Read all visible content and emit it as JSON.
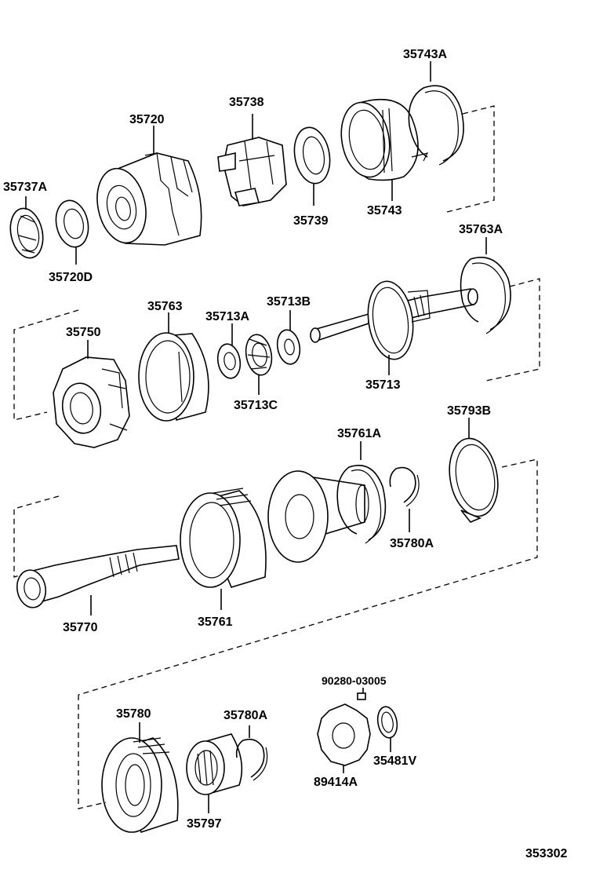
{
  "diagram_id": "353302",
  "parts": [
    {
      "id": "p35743A",
      "label": "35743A"
    },
    {
      "id": "p35738",
      "label": "35738"
    },
    {
      "id": "p35720",
      "label": "35720"
    },
    {
      "id": "p35737A",
      "label": "35737A"
    },
    {
      "id": "p35739",
      "label": "35739"
    },
    {
      "id": "p35743",
      "label": "35743"
    },
    {
      "id": "p35720D",
      "label": "35720D"
    },
    {
      "id": "p35763A",
      "label": "35763A"
    },
    {
      "id": "p35763",
      "label": "35763"
    },
    {
      "id": "p35713B",
      "label": "35713B"
    },
    {
      "id": "p35713A",
      "label": "35713A"
    },
    {
      "id": "p35750",
      "label": "35750"
    },
    {
      "id": "p35713",
      "label": "35713"
    },
    {
      "id": "p35713C",
      "label": "35713C"
    },
    {
      "id": "p35793B",
      "label": "35793B"
    },
    {
      "id": "p35761A",
      "label": "35761A"
    },
    {
      "id": "p35780A_upper",
      "label": "35780A"
    },
    {
      "id": "p35770",
      "label": "35770"
    },
    {
      "id": "p35761",
      "label": "35761"
    },
    {
      "id": "p90280",
      "label": "90280-03005"
    },
    {
      "id": "p35780",
      "label": "35780"
    },
    {
      "id": "p35780A_lower",
      "label": "35780A"
    },
    {
      "id": "p35481V",
      "label": "35481V"
    },
    {
      "id": "p89414A",
      "label": "89414A"
    },
    {
      "id": "p35797",
      "label": "35797"
    }
  ]
}
